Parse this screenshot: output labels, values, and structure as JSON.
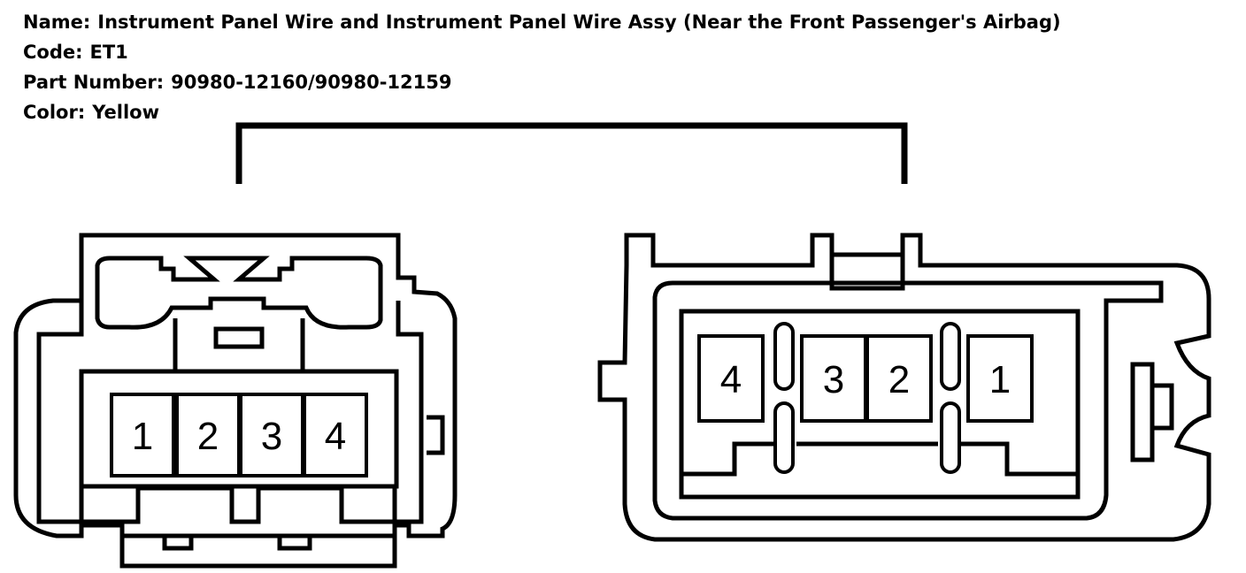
{
  "info": {
    "name_label": "Name:",
    "name_value": "Instrument Panel Wire and Instrument Panel Wire Assy (Near the Front Passenger's Airbag)",
    "code_label": "Code:",
    "code_value": "ET1",
    "part_label": "Part Number:",
    "part_value": "90980-12160/90980-12159",
    "color_label": "Color:",
    "color_value": "Yellow"
  },
  "connector_left": {
    "pins": [
      "1",
      "2",
      "3",
      "4"
    ]
  },
  "connector_right": {
    "pins": [
      "4",
      "3",
      "2",
      "1"
    ]
  },
  "colors": {
    "line": "#000000",
    "background": "#ffffff"
  }
}
